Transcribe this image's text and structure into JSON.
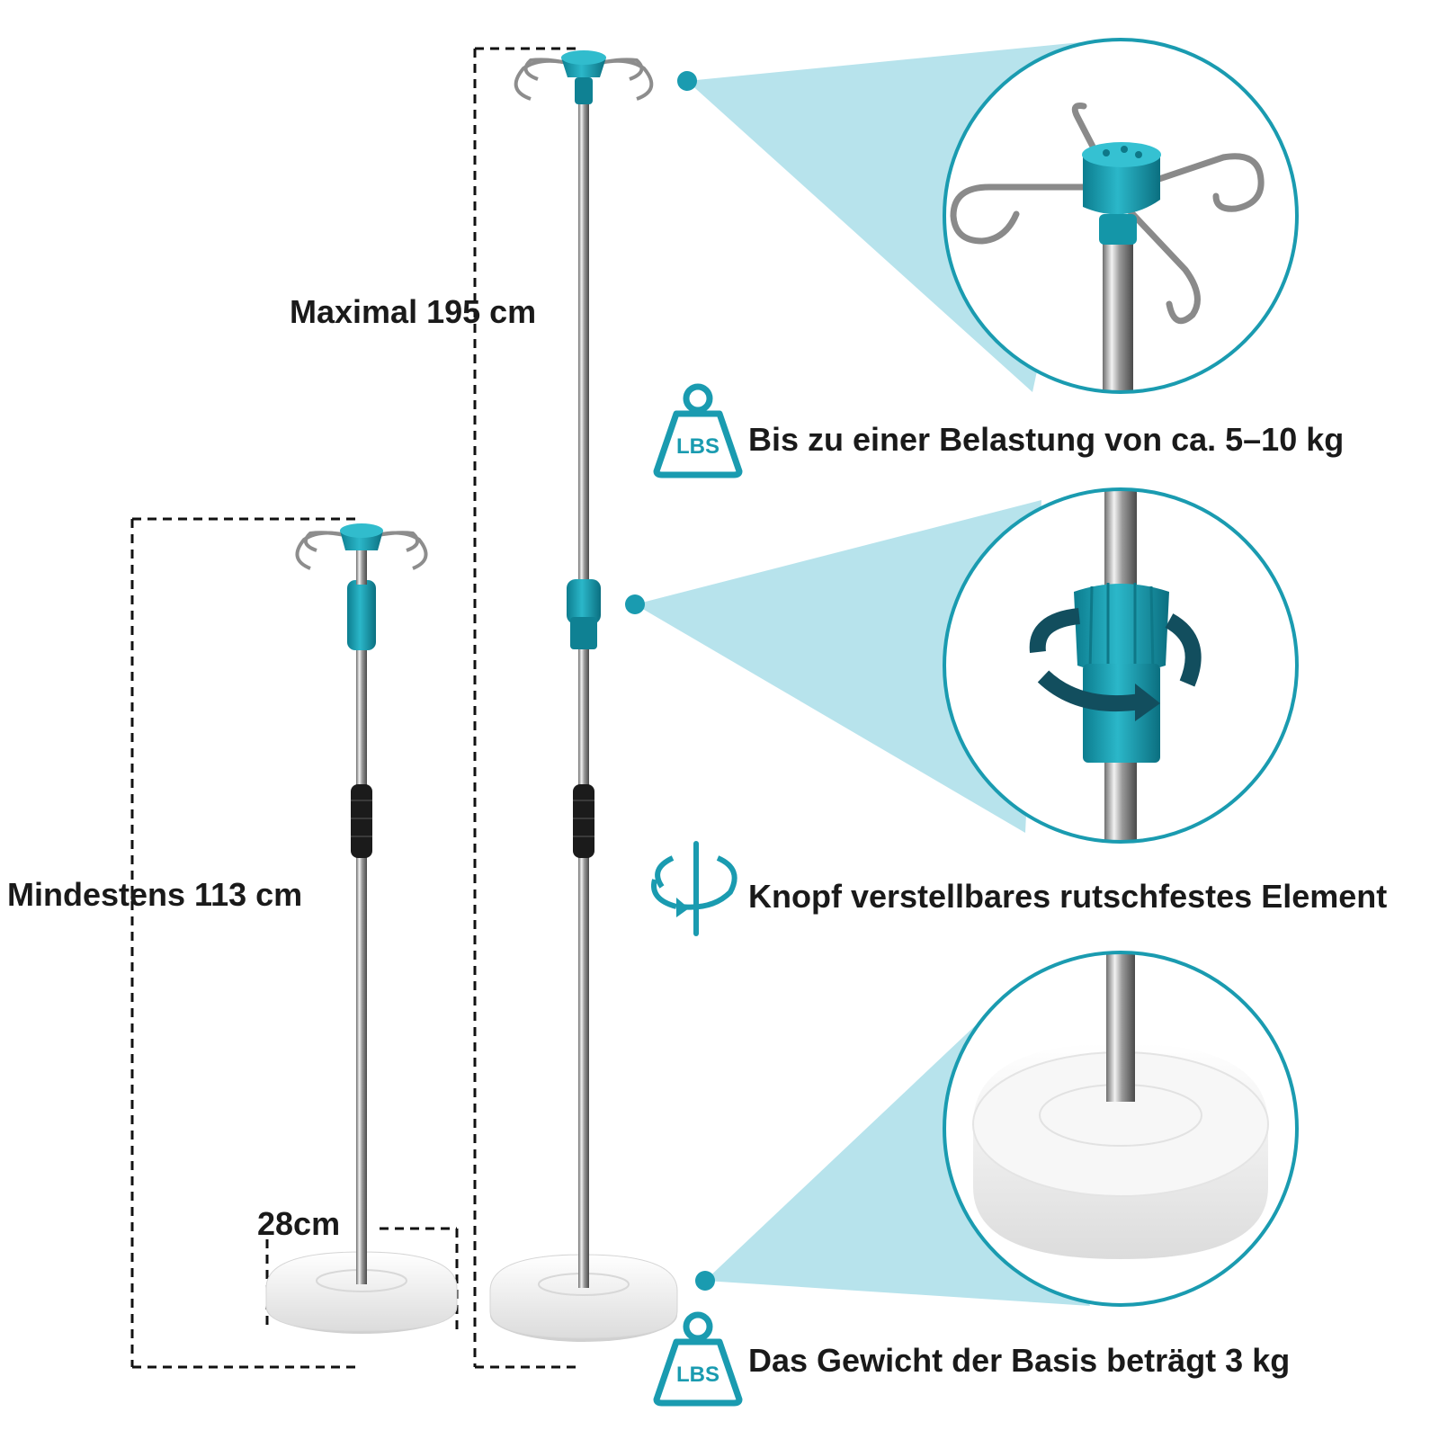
{
  "dimensions": {
    "max_height": "Maximal 195 cm",
    "min_height": "Mindestens 113 cm",
    "base_diameter": "28cm"
  },
  "features": [
    {
      "icon": "weight-lbs-icon",
      "text": "Bis zu einer Belastung von ca. 5–10 kg"
    },
    {
      "icon": "rotate-knob-icon",
      "text": "Knopf verstellbares rutschfestes Element"
    },
    {
      "icon": "weight-lbs-icon",
      "text": "Das Gewicht der Basis beträgt 3 kg"
    }
  ],
  "icon_text": {
    "weight": "LBS"
  },
  "colors": {
    "accent": "#1a9bb0",
    "teal_dark": "#0f8193",
    "callout_fill": "#b7e3ec",
    "grip": "#1b1b1b",
    "base": "#f4f4f4"
  }
}
